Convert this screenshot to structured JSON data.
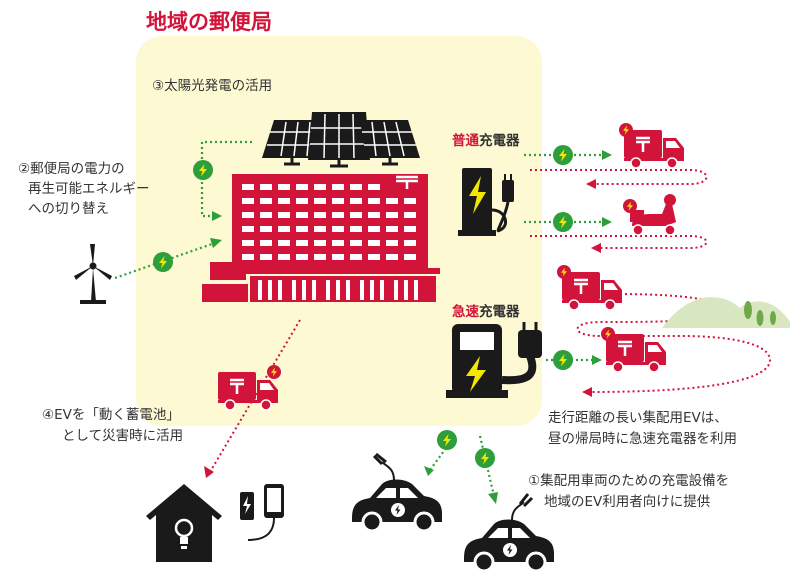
{
  "title": "地域の郵便局",
  "labels": {
    "solar": "③太陽光発電の活用",
    "renewable_line1": "②郵便局の電力の",
    "renewable_line2": "再生可能エネルギー",
    "renewable_line3": "への切り替え",
    "normal_charger_accent": "普通",
    "normal_charger_rest": "充電器",
    "fast_charger_accent": "急速",
    "fast_charger_rest": "充電器",
    "long_route_line1": "走行距離の長い集配用EVは、",
    "long_route_line2": "昼の帰局時に急速充電器を利用",
    "battery_line1": "④EVを「動く蓄電池」",
    "battery_line2": "として災害時に活用",
    "public_line1": "①集配用車両のための充電設備を",
    "public_line2": "地域のEV利用者向けに提供"
  },
  "colors": {
    "brand_red": "#d2143a",
    "highlight_bg": "#fdf9d3",
    "bolt_green": "#2e9e3a",
    "dark": "#1a1a1a"
  }
}
